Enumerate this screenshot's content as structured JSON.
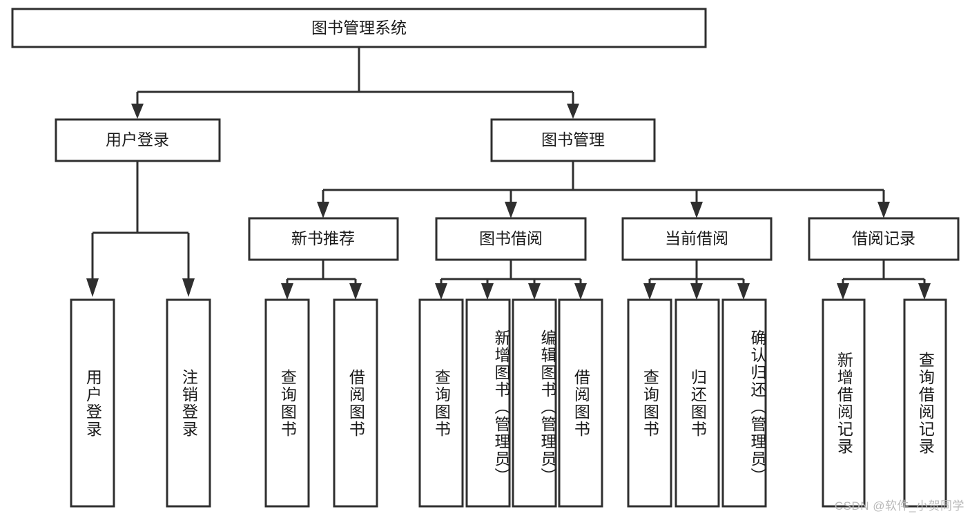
{
  "diagram": {
    "title": "图书管理系统",
    "type": "hierarchy-tree",
    "watermark": "CSDN @软件_小贺同学",
    "colors": {
      "stroke": "#2f2f2f",
      "fill": "#ffffff",
      "text": "#1a1a1a",
      "watermark": "#b9b9b9"
    },
    "levels": {
      "root": {
        "label": "图书管理系统",
        "orientation": "horizontal"
      },
      "level2": [
        {
          "label": "用户登录",
          "orientation": "horizontal"
        },
        {
          "label": "图书管理",
          "orientation": "horizontal"
        }
      ],
      "level3": [
        {
          "label": "新书推荐",
          "orientation": "horizontal"
        },
        {
          "label": "图书借阅",
          "orientation": "horizontal"
        },
        {
          "label": "当前借阅",
          "orientation": "horizontal"
        },
        {
          "label": "借阅记录",
          "orientation": "horizontal"
        }
      ],
      "leaves": {
        "user_login": [
          {
            "label": "用户登录",
            "orientation": "vertical"
          },
          {
            "label": "注销登录",
            "orientation": "vertical"
          }
        ],
        "new_book_recommend": [
          {
            "label": "查询图书",
            "orientation": "vertical"
          },
          {
            "label": "借阅图书",
            "orientation": "vertical"
          }
        ],
        "book_borrow": [
          {
            "label": "查询图书",
            "orientation": "vertical"
          },
          {
            "label": "新增图书（管理员）",
            "orientation": "vertical"
          },
          {
            "label": "编辑图书（管理员）",
            "orientation": "vertical"
          },
          {
            "label": "借阅图书",
            "orientation": "vertical"
          }
        ],
        "current_borrow": [
          {
            "label": "查询图书",
            "orientation": "vertical"
          },
          {
            "label": "归还图书",
            "orientation": "vertical"
          },
          {
            "label": "确认归还（管理员）",
            "orientation": "vertical"
          }
        ],
        "borrow_record": [
          {
            "label": "新增借阅记录",
            "orientation": "vertical"
          },
          {
            "label": "查询借阅记录",
            "orientation": "vertical"
          }
        ]
      }
    }
  }
}
